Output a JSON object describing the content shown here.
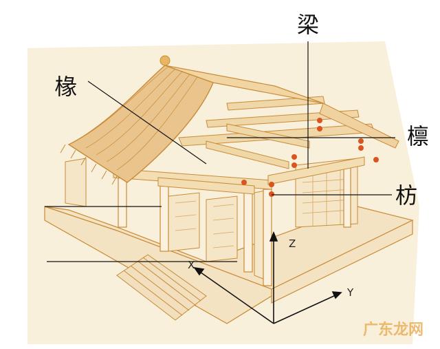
{
  "labels": {
    "beam": "梁",
    "rafter": "椽",
    "purlin": "檩",
    "tie_beam": "枋"
  },
  "axes": {
    "x": "X",
    "y": "Y",
    "z": "Z"
  },
  "watermark": "广东龙网",
  "colors": {
    "line_art": "#c98a35",
    "roof_fill": "#e9c48d",
    "accent": "#d9541f",
    "paper": "#f7ecd6",
    "ink": "#111111"
  }
}
